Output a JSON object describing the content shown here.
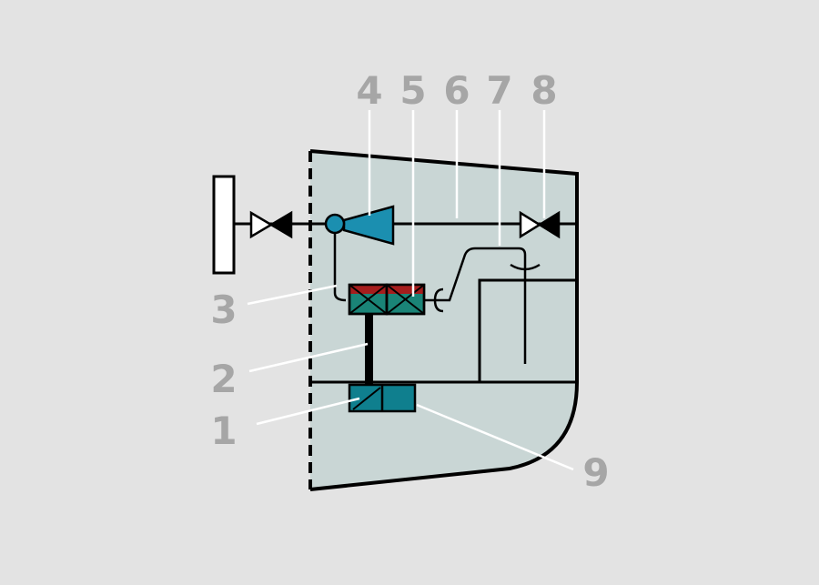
{
  "diagram": {
    "colors": {
      "background": "#e3e3e3",
      "hull_fill": "#c9d6d5",
      "outline": "#000000",
      "callout_text": "#a6a6a6",
      "leader_line": "#ffffff",
      "compressor": "#1b8fb0",
      "generator_box": "#0f7f8e",
      "cable_box": "#1a8477",
      "cable_box_top": "#a51d1d"
    },
    "callouts": {
      "c1": "1",
      "c2": "2",
      "c3": "3",
      "c4": "4",
      "c5": "5",
      "c6": "6",
      "c7": "7",
      "c8": "8",
      "c9": "9"
    }
  }
}
